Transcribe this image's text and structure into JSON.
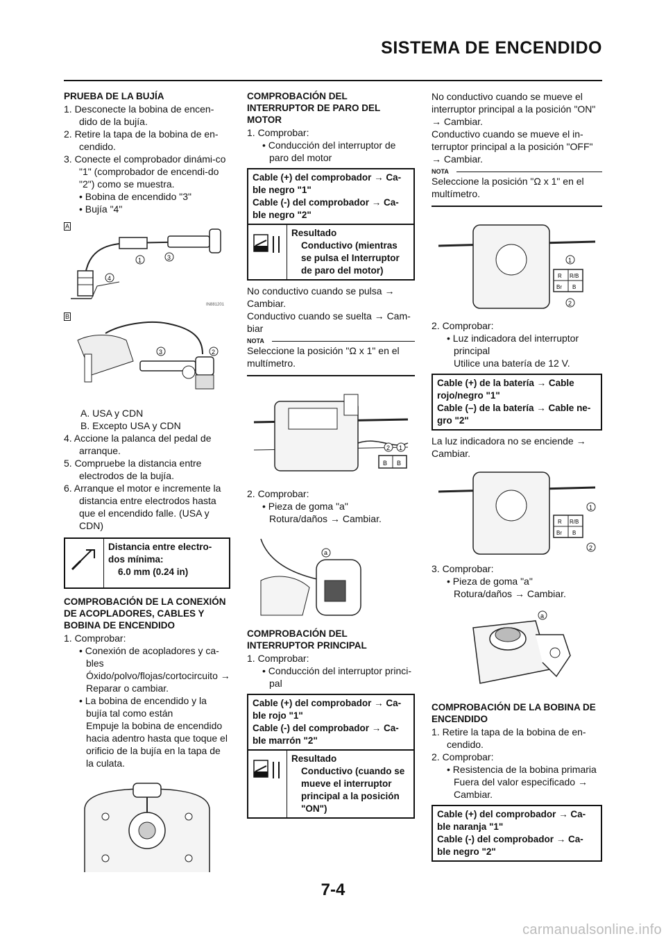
{
  "header": {
    "title": "SISTEMA DE ENCENDIDO"
  },
  "col1": {
    "heading1": "PRUEBA DE LA BUJÍA",
    "steps_a": [
      "1. Desconecte la bobina de encen-dido de la bujía.",
      "2. Retire la tapa de la bobina de en-cendido.",
      "3. Conecte el comprobador dinámi-co \"1\" (comprobador de encendi-do \"2\") como se muestra."
    ],
    "bullets_a": [
      "• Bobina de encendido \"3\"",
      "• Bujía \"4\""
    ],
    "fig_a_label": "A",
    "fig_b_label": "B",
    "fig_code": "IN881201",
    "legend": [
      "A.  USA y CDN",
      "B.  Excepto USA y CDN"
    ],
    "steps_b": [
      "4. Accione la palanca del pedal de arranque.",
      "5. Compruebe la distancia entre electrodos de la bujía.",
      "6. Arranque el motor e incremente la distancia entre electrodos hasta que el encendido falle. (USA y CDN)"
    ],
    "spec_title": "Distancia entre electro-dos mínima:",
    "spec_value": "6.0 mm (0.24 in)",
    "heading2": "COMPROBACIÓN DE LA CONEXIÓN DE ACOPLADORES, CABLES Y BOBINA DE ENCENDIDO",
    "step_check": "1. Comprobar:",
    "bullet_c1": "• Conexión de acopladores y ca-bles",
    "text_c1": "Óxido/polvo/flojas/cortocircuito → Reparar o cambiar.",
    "bullet_c2": "• La bobina de encendido y la bujía tal como están",
    "text_c2": "Empuje la bobina de encendido hacia adentro hasta que toque el orificio de la bujía en la tapa de la culata."
  },
  "col2": {
    "heading1": "COMPROBACIÓN DEL INTERRUPTOR DE PARO DEL MOTOR",
    "step1": "1. Comprobar:",
    "bullet1": "• Conducción del interruptor de paro del motor",
    "box1": [
      "Cable (+) del comprobador → Ca-ble negro \"1\"",
      "Cable (-) del comprobador → Ca-ble negro \"2\""
    ],
    "result1_title": "Resultado",
    "result1_text": "Conductivo (mientras se pulsa el Interruptor de paro del motor)",
    "text1": "No conductivo cuando se pulsa → Cambiar.",
    "text2": "Conductivo cuando se suelta → Cam-biar",
    "nota_label": "NOTA",
    "nota_text": "Seleccione la posición \"Ω x 1\" en el multímetro.",
    "step2": "2. Comprobar:",
    "bullet2": "• Pieza de goma \"a\"",
    "text3": "Rotura/daños → Cambiar.",
    "heading2": "COMPROBACIÓN DEL INTERRUPTOR PRINCIPAL",
    "step3": "1. Comprobar:",
    "bullet3": "• Conducción del interruptor princi-pal",
    "box2": [
      "Cable (+) del comprobador → Ca-ble rojo \"1\"",
      "Cable (-) del comprobador → Ca-ble marrón \"2\""
    ],
    "result2_title": "Resultado",
    "result2_text": "Conductivo (cuando se mueve el interruptor principal a la posición \"ON\")"
  },
  "col3": {
    "text1": "No conductivo cuando se mueve el interruptor principal a la posición \"ON\" → Cambiar.",
    "text2": "Conductivo cuando se mueve el in-terruptor principal a la posición \"OFF\" → Cambiar.",
    "nota_label": "NOTA",
    "nota_text": "Seleccione la posición \"Ω x 1\" en el multímetro.",
    "step2": "2. Comprobar:",
    "bullet2": "• Luz indicadora del interruptor principal",
    "text3": "Utilice una batería de 12 V.",
    "box1": [
      "Cable (+) de la batería → Cable rojo/negro \"1\"",
      "Cable (–) de la batería → Cable ne-gro \"2\""
    ],
    "text4": "La luz indicadora no se enciende → Cambiar.",
    "step3": "3. Comprobar:",
    "bullet3": "• Pieza de goma \"a\"",
    "text5": "Rotura/daños → Cambiar.",
    "heading1": "COMPROBACIÓN DE LA BOBINA DE ENCENDIDO",
    "steps": [
      "1. Retire la tapa de la bobina de en-cendido.",
      "2. Comprobar:"
    ],
    "bullet4": "• Resistencia de la bobina primaria",
    "text6": "Fuera del valor especificado → Cambiar.",
    "box2": [
      "Cable (+) del comprobador → Ca-ble naranja \"1\"",
      "Cable (-) del comprobador → Ca-ble negro \"2\""
    ]
  },
  "connector": {
    "r": "R",
    "rb": "R/B",
    "br": "Br",
    "b": "B"
  },
  "connector2": {
    "b1": "B",
    "b2": "B"
  },
  "callouts": {
    "n1": "1",
    "n2": "2",
    "n3": "3",
    "n4": "4",
    "a": "a"
  },
  "page_number": "7-4",
  "footer_url": "carmanualsonline.info"
}
